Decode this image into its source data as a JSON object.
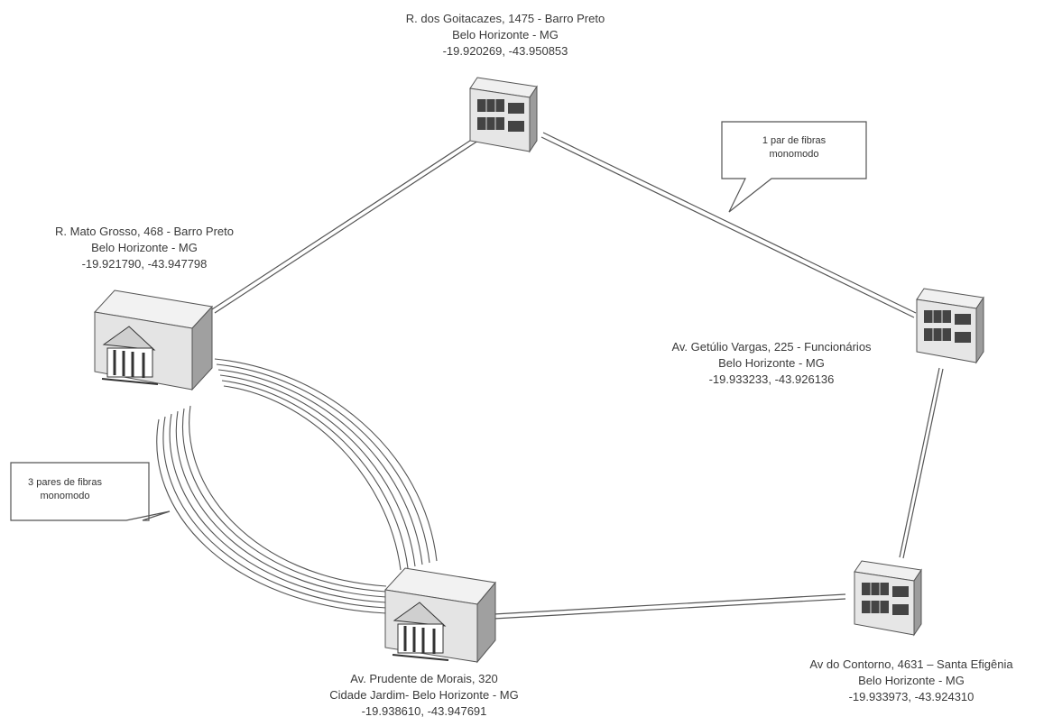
{
  "nodes": {
    "goitacazes": {
      "line1": "R. dos Goitacazes, 1475 - Barro Preto",
      "line2": "Belo Horizonte - MG",
      "line3": "-19.920269, -43.950853",
      "icon": "office-building-icon"
    },
    "mato_grosso": {
      "line1": "R. Mato Grosso, 468 - Barro Preto",
      "line2": "Belo Horizonte - MG",
      "line3": "-19.921790, -43.947798",
      "icon": "datacenter-building-icon"
    },
    "getulio_vargas": {
      "line1": "Av. Getúlio Vargas, 225 - Funcionários",
      "line2": "Belo Horizonte - MG",
      "line3": "-19.933233, -43.926136",
      "icon": "office-building-icon"
    },
    "contorno": {
      "line1": "Av do Contorno, 4631 – Santa Efigênia",
      "line2": "Belo Horizonte - MG",
      "line3": "-19.933973, -43.924310",
      "icon": "office-building-icon"
    },
    "prudente": {
      "line1": "Av. Prudente de Morais, 320",
      "line2": "Cidade Jardim- Belo Horizonte - MG",
      "line3": "-19.938610, -43.947691",
      "icon": "datacenter-building-icon"
    }
  },
  "callouts": {
    "single_pair": {
      "line1": "1 par de fibras",
      "line2": "monomodo"
    },
    "three_pairs": {
      "line1": "3 pares de fibras",
      "line2": "monomodo"
    }
  },
  "colors": {
    "line": "#555555",
    "text": "#3a3a3a",
    "building_light": "#e8e8e8",
    "building_dark": "#9a9a9a"
  }
}
